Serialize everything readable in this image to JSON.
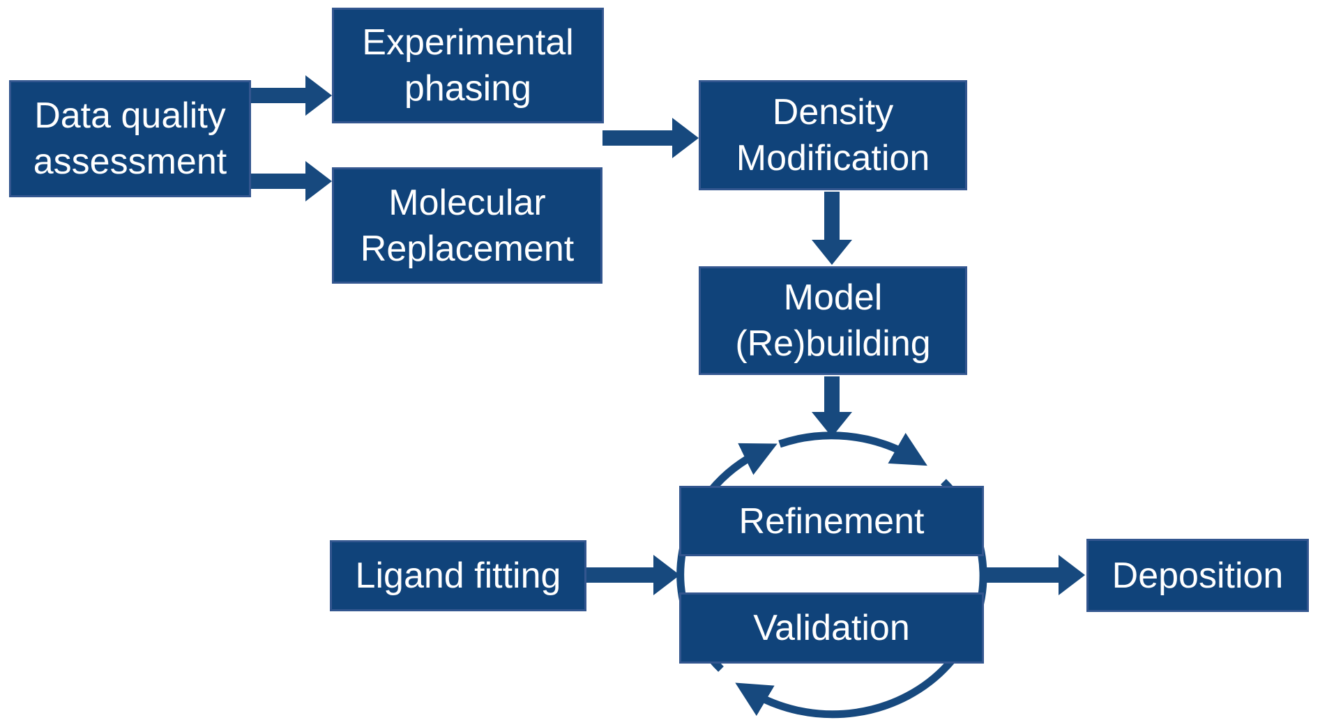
{
  "title": "Crystallography workflow diagram",
  "palette": {
    "box_fill": "#10437a",
    "box_border": "#33568f",
    "ink": "#17497e",
    "text": "#ffffff",
    "background": "#ffffff"
  },
  "nodes": {
    "data_quality": {
      "lines": [
        "Data quality",
        "assessment"
      ]
    },
    "experimental_phasing": {
      "lines": [
        "Experimental",
        "phasing"
      ]
    },
    "molecular_replacement": {
      "lines": [
        "Molecular",
        "Replacement"
      ]
    },
    "density_modification": {
      "lines": [
        "Density",
        "Modification"
      ]
    },
    "model_rebuilding": {
      "lines": [
        "Model",
        "(Re)building"
      ]
    },
    "refinement": {
      "lines": [
        "Refinement"
      ]
    },
    "validation": {
      "lines": [
        "Validation"
      ]
    },
    "ligand_fitting": {
      "lines": [
        "Ligand fitting"
      ]
    },
    "deposition": {
      "lines": [
        "Deposition"
      ]
    }
  },
  "connectors": [
    {
      "from": "data_quality",
      "to": "experimental_phasing",
      "style": "block-arrow"
    },
    {
      "from": "data_quality",
      "to": "molecular_replacement",
      "style": "block-arrow"
    },
    {
      "from": "experimental_phasing_molecular_replacement",
      "to": "density_modification",
      "style": "block-arrow"
    },
    {
      "from": "density_modification",
      "to": "model_rebuilding",
      "style": "block-arrow"
    },
    {
      "from": "model_rebuilding",
      "to": "refinement_validation_cycle",
      "style": "block-arrow"
    },
    {
      "from": "ligand_fitting",
      "to": "refinement_validation_cycle",
      "style": "block-arrow"
    },
    {
      "from": "refinement_validation_cycle",
      "to": "deposition",
      "style": "block-arrow"
    },
    {
      "from": "refinement",
      "to": "validation",
      "style": "clockwise-cycle-arcs"
    }
  ]
}
